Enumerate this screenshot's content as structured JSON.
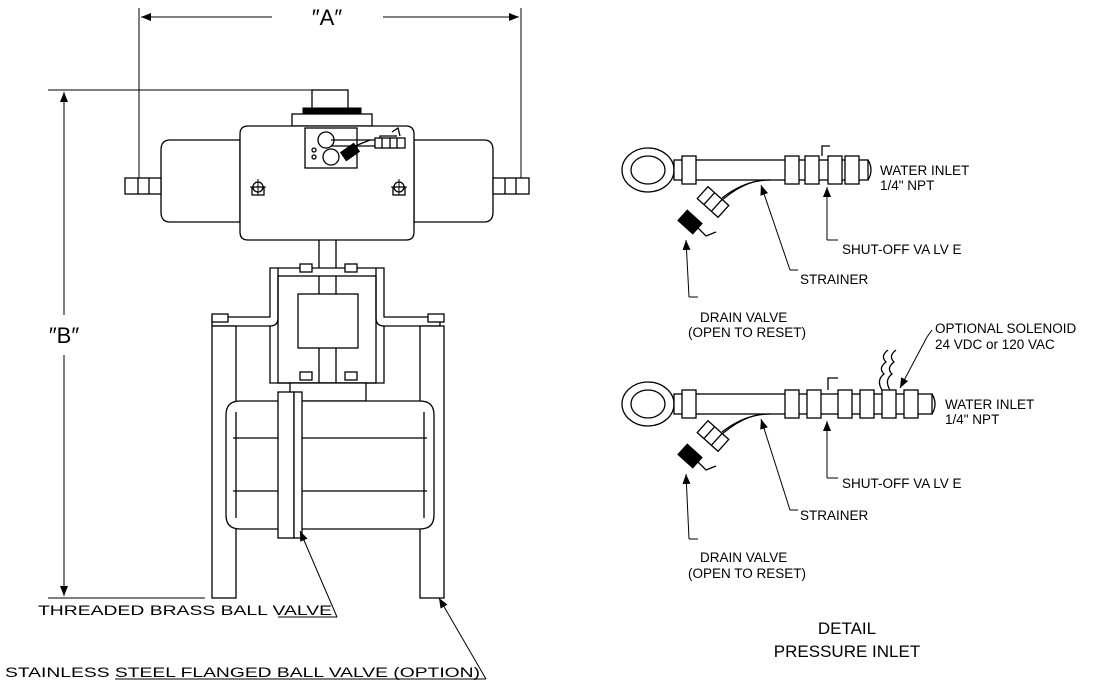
{
  "dimensions": {
    "a_label": "″A″",
    "b_label": "″B″"
  },
  "main_valve": {
    "brass_label": "THREADED BRASS BALL VALVE",
    "stainless_label": "STAINLESS STEEL FLANGED BALL VALVE (OPTION)"
  },
  "detail_top": {
    "water_inlet": "WATER INLET",
    "npt": "1/4\" NPT",
    "shutoff": "SHUT-OFF VA LV E",
    "strainer": "STRAINER",
    "drain_line1": "DRAIN VALVE",
    "drain_line2": "(OPEN TO RESET)"
  },
  "detail_bottom": {
    "solenoid_line1": "OPTIONAL SOLENOID",
    "solenoid_line2": "24 VDC or 120 VAC",
    "water_inlet": "WATER INLET",
    "npt": "1/4\" NPT",
    "shutoff": "SHUT-OFF VA LV E",
    "strainer": "STRAINER",
    "drain_line1": "DRAIN VALVE",
    "drain_line2": "(OPEN TO RESET)"
  },
  "caption": {
    "line1": "DETAIL",
    "line2": "PRESSURE INLET"
  }
}
